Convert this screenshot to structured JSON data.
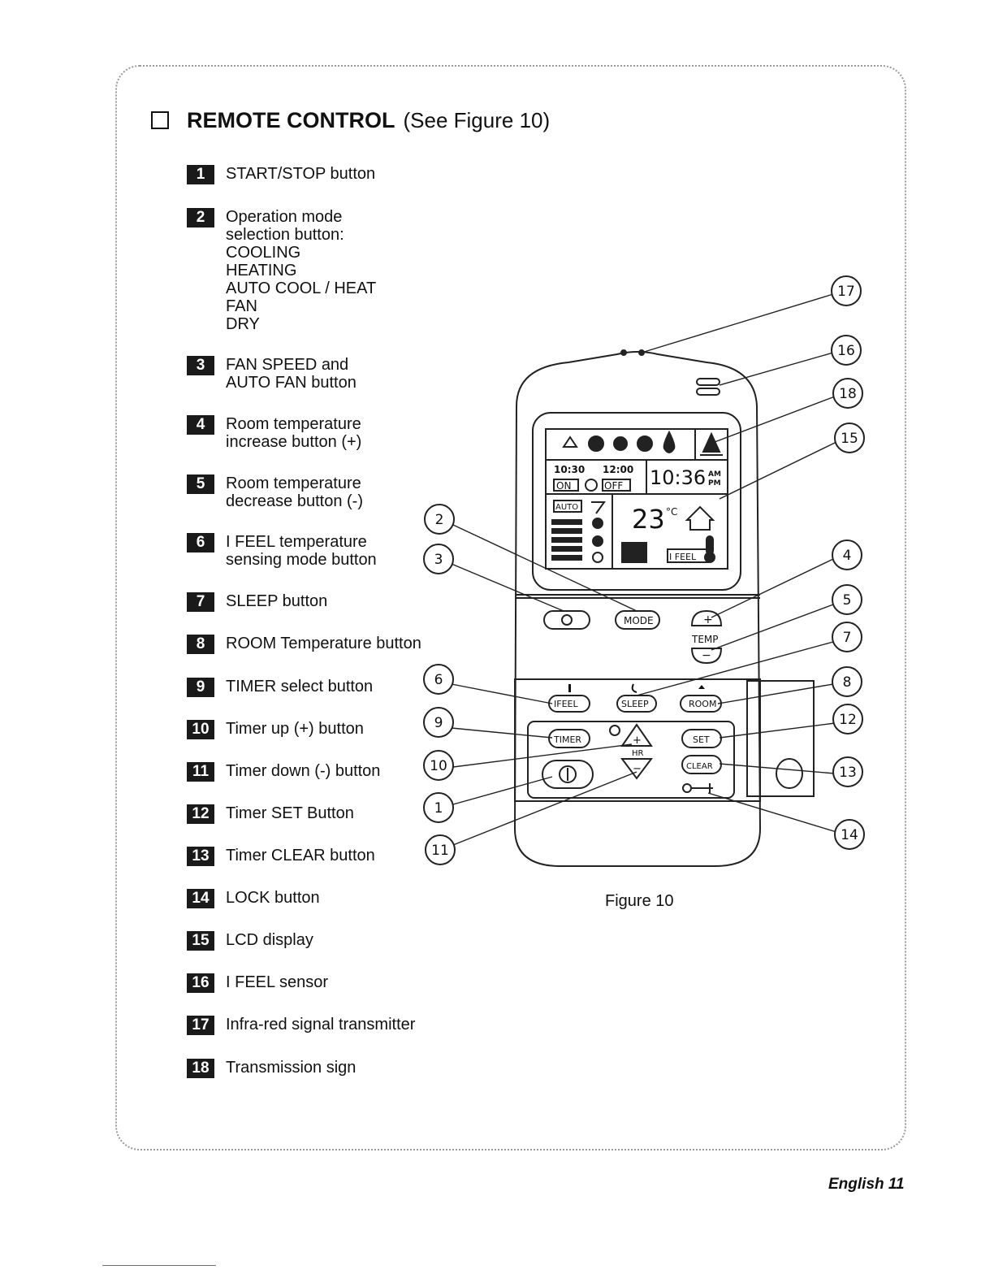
{
  "heading": {
    "bold": "REMOTE CONTROL",
    "normal": "(See Figure 10)"
  },
  "items": [
    {
      "num": "1",
      "text": "START/STOP button"
    },
    {
      "num": "2",
      "text": "Operation mode\nselection button:\nCOOLING\nHEATING\nAUTO COOL / HEAT\nFAN\nDRY"
    },
    {
      "num": "3",
      "text": "FAN SPEED and\nAUTO FAN button"
    },
    {
      "num": "4",
      "text": "Room temperature\nincrease button (+)"
    },
    {
      "num": "5",
      "text": "Room temperature\ndecrease button (-)"
    },
    {
      "num": "6",
      "text": "I FEEL temperature\nsensing mode button"
    },
    {
      "num": "7",
      "text": "SLEEP button"
    },
    {
      "num": "8",
      "text": "ROOM Temperature button"
    },
    {
      "num": "9",
      "text": "TIMER select button"
    },
    {
      "num": "10",
      "text": "Timer up (+) button"
    },
    {
      "num": "11",
      "text": "Timer down (-) button"
    },
    {
      "num": "12",
      "text": "Timer SET Button"
    },
    {
      "num": "13",
      "text": "Timer CLEAR button"
    },
    {
      "num": "14",
      "text": "LOCK button"
    },
    {
      "num": "15",
      "text": "LCD display"
    },
    {
      "num": "16",
      "text": "I FEEL sensor"
    },
    {
      "num": "17",
      "text": "Infra-red signal transmitter"
    },
    {
      "num": "18",
      "text": "Transmission sign"
    }
  ],
  "remote": {
    "lcd": {
      "timer_on_time": "10:30",
      "timer_off_time": "12:00",
      "on_label": "ON",
      "off_label": "OFF",
      "clock": "10:36",
      "am": "AM",
      "pm": "PM",
      "auto_label": "AUTO",
      "temperature": "23",
      "unit": "°C",
      "ifeel_label": "I FEEL"
    },
    "buttons": {
      "mode": "MODE",
      "temp": "TEMP",
      "plus": "+",
      "minus": "−",
      "ifeel": "IFEEL",
      "sleep": "SLEEP",
      "room": "ROOM",
      "timer": "TIMER",
      "hr": "HR",
      "set": "SET",
      "clear": "CLEAR"
    },
    "callouts": [
      "1",
      "2",
      "3",
      "4",
      "5",
      "6",
      "7",
      "8",
      "9",
      "10",
      "11",
      "12",
      "13",
      "14",
      "15",
      "16",
      "17",
      "18"
    ]
  },
  "figure_caption": "Figure 10",
  "footer": "English 11"
}
